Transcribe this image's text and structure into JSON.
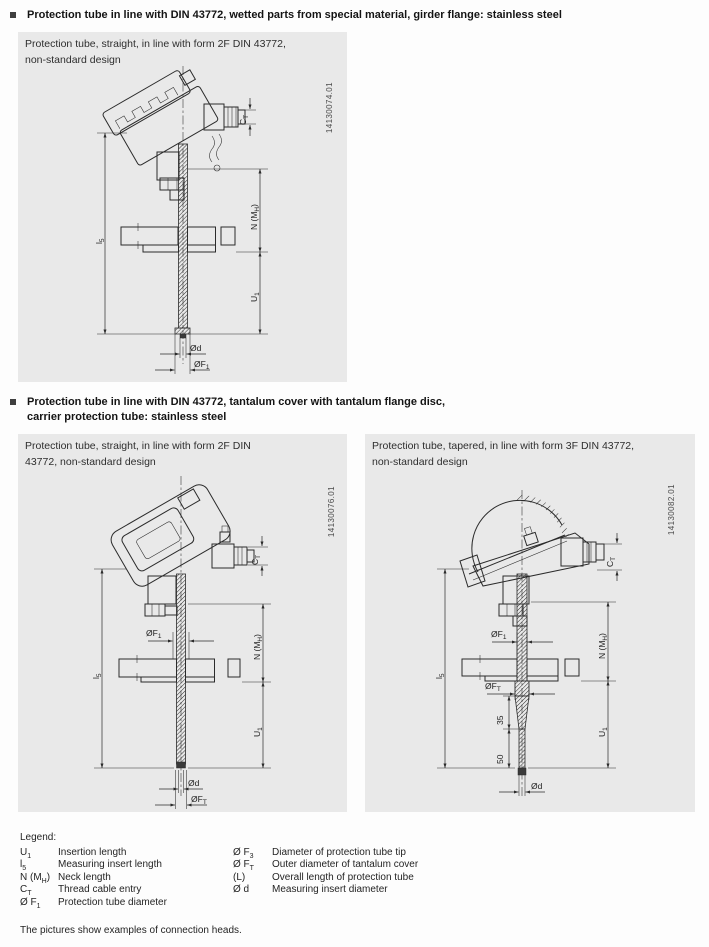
{
  "page": {
    "heading1": "Protection tube in line with DIN 43772, wetted parts from special material, girder flange: stainless steel",
    "heading2_line1": "Protection tube in line with DIN 43772, tantalum cover with tantalum flange disc,",
    "heading2_line2": "carrier protection tube: stainless steel",
    "footer_note": "The pictures show examples of connection heads."
  },
  "panels": [
    {
      "caption_line1": "Protection tube, straight, in line with form 2F DIN 43772,",
      "caption_line2": "non-standard design",
      "image_id": "14130074.01"
    },
    {
      "caption_line1": "Protection tube, straight, in line with form 2F DIN",
      "caption_line2": "43772, non-standard design",
      "image_id": "14130076.01"
    },
    {
      "caption_line1": "Protection tube, tapered, in line with form 3F DIN 43772,",
      "caption_line2": "non-standard design",
      "image_id": "14130082.01"
    }
  ],
  "symbols": {
    "ct": {
      "main": "C",
      "sub": "T",
      "post": ""
    },
    "l5": {
      "main": "l",
      "sub": "5",
      "post": ""
    },
    "n_mh": {
      "main": "N (M",
      "sub": "H",
      "post": ")"
    },
    "u1": {
      "main": "U",
      "sub": "1",
      "post": ""
    },
    "od": {
      "main": "Ød",
      "sub": "",
      "post": ""
    },
    "of1": {
      "main": "ØF",
      "sub": "1",
      "post": ""
    },
    "oft": {
      "main": "ØF",
      "sub": "T",
      "post": ""
    },
    "dim35": "35",
    "dim50": "50"
  },
  "legend": {
    "title": "Legend:",
    "left": [
      {
        "sym": "U",
        "sub": "1",
        "post": "",
        "desc": "Insertion length"
      },
      {
        "sym": "l",
        "sub": "5",
        "post": "",
        "desc": "Measuring insert length"
      },
      {
        "sym": "N (M",
        "sub": "H",
        "post": ")",
        "desc": "Neck length"
      },
      {
        "sym": "C",
        "sub": "T",
        "post": "",
        "desc": "Thread cable entry"
      },
      {
        "sym": "Ø F",
        "sub": "1",
        "post": "",
        "desc": "Protection tube diameter"
      }
    ],
    "right": [
      {
        "sym": "Ø F",
        "sub": "3",
        "post": "",
        "desc": "Diameter of protection tube tip"
      },
      {
        "sym": "Ø F",
        "sub": "T",
        "post": "",
        "desc": "Outer diameter of tantalum cover"
      },
      {
        "sym": "(L)",
        "sub": "",
        "post": "",
        "desc": "Overall length of protection tube"
      },
      {
        "sym": "Ø d",
        "sub": "",
        "post": "",
        "desc": "Measuring insert diameter"
      }
    ]
  },
  "colors": {
    "panel_bg": "#e9e9e9",
    "ink": "#2b2b2b"
  }
}
